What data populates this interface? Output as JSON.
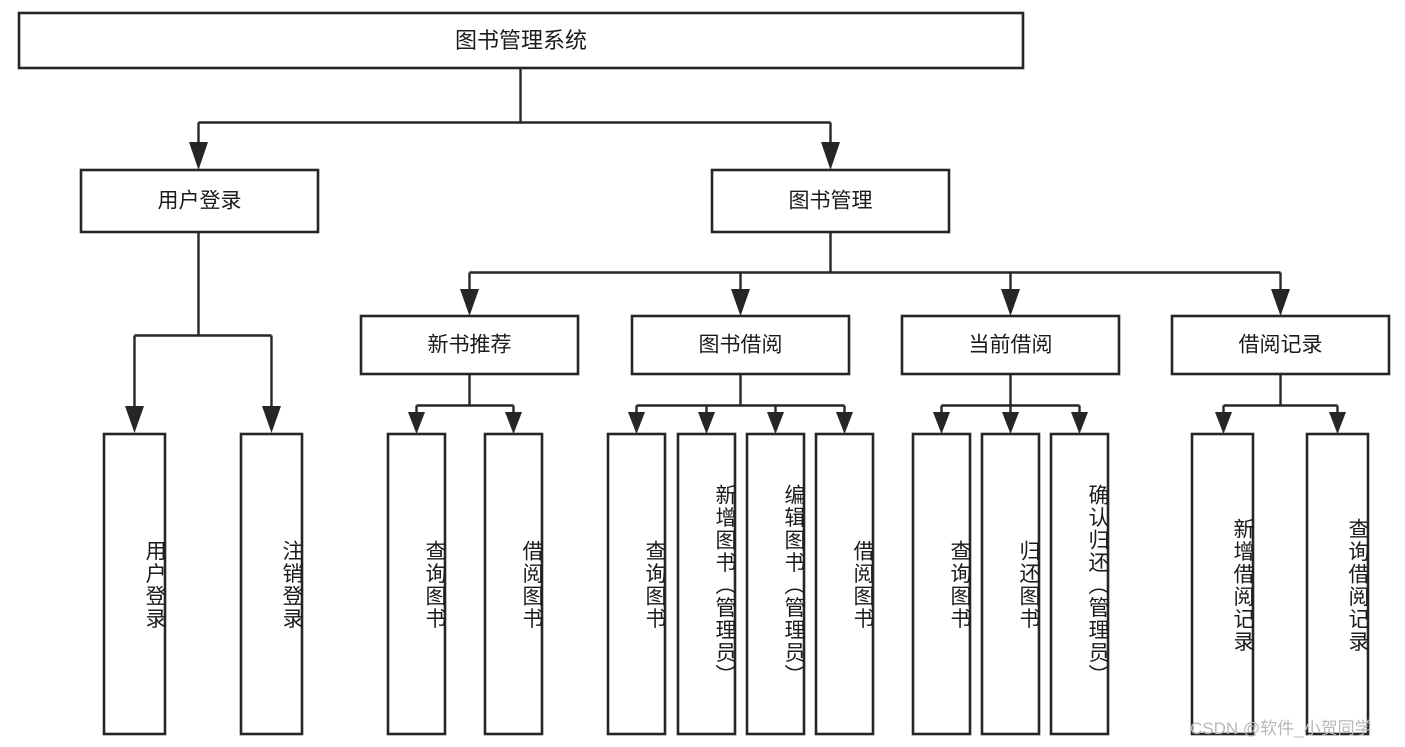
{
  "diagram": {
    "title": "图书管理系统",
    "type": "hierarchy-tree",
    "orientation": "top-down",
    "colors": {
      "box_stroke": "#262626",
      "box_fill": "#ffffff",
      "text": "#1b1b1b",
      "background": "#ffffff",
      "watermark": "#b8b8b8"
    },
    "root": {
      "label": "图书管理系统"
    },
    "level2": [
      {
        "label": "用户登录"
      },
      {
        "label": "图书管理"
      }
    ],
    "level3": [
      {
        "label": "新书推荐"
      },
      {
        "label": "图书借阅"
      },
      {
        "label": "当前借阅"
      },
      {
        "label": "借阅记录"
      }
    ],
    "leaves": {
      "user_login": [
        {
          "label": "用户登录"
        },
        {
          "label": "注销登录"
        }
      ],
      "new_book_recommend": [
        {
          "label": "查询图书"
        },
        {
          "label": "借阅图书"
        }
      ],
      "book_borrow": [
        {
          "label": "查询图书"
        },
        {
          "label": "新增图书（管理员）"
        },
        {
          "label": "编辑图书（管理员）"
        },
        {
          "label": "借阅图书"
        }
      ],
      "current_borrow": [
        {
          "label": "查询图书"
        },
        {
          "label": "归还图书"
        },
        {
          "label": "确认归还（管理员）"
        }
      ],
      "borrow_record": [
        {
          "label": "新增借阅记录"
        },
        {
          "label": "查询借阅记录"
        }
      ]
    }
  },
  "watermark": {
    "text": "CSDN @软件_小贺同学"
  }
}
